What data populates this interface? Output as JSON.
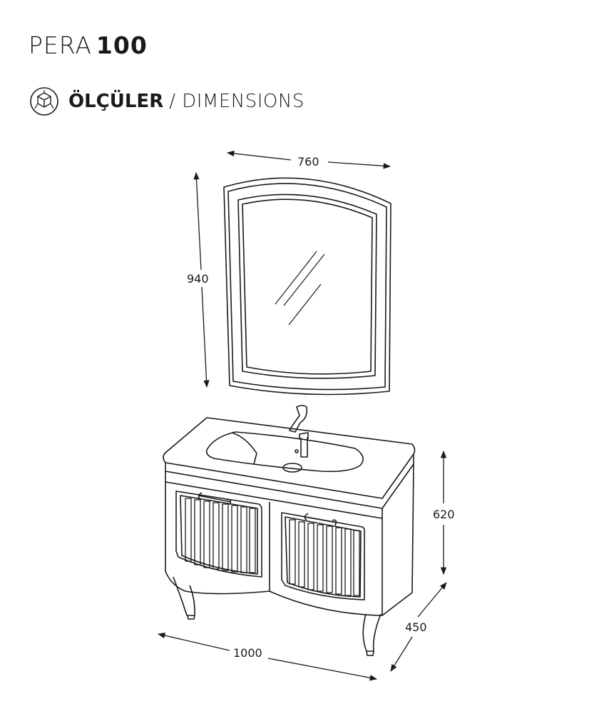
{
  "header": {
    "model_name": "PERA",
    "model_size": "100",
    "section_title_tr": "ÖLÇÜLER",
    "section_title_en": "/ DIMENSIONS",
    "section_icon": "dimensions-cube-icon"
  },
  "dimensions": {
    "mirror_width": "760",
    "mirror_height": "940",
    "cabinet_height": "620",
    "cabinet_depth": "450",
    "cabinet_width": "1000"
  }
}
